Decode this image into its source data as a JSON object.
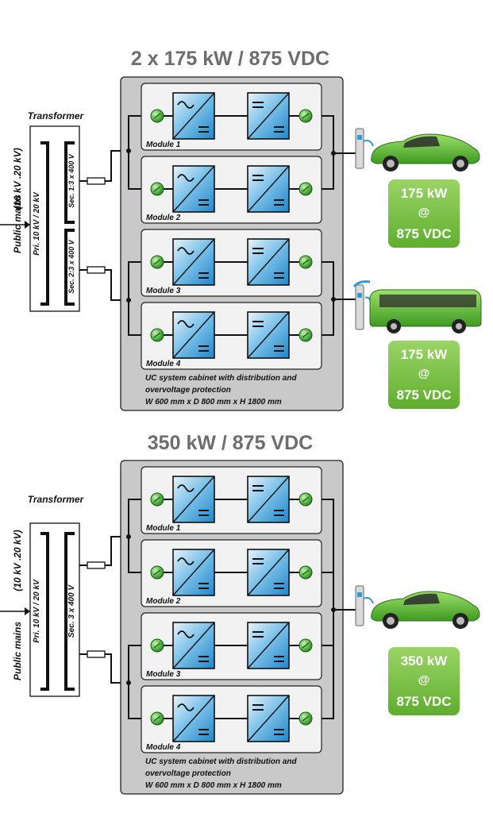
{
  "colors": {
    "cabinet_fill": "#c9c9c9",
    "module_fill": "#f2f2f2",
    "converter_blue": "#2f9ad6",
    "node_green": "#56b847",
    "badge_green": "#77c043",
    "title_gray": "#6d6d6d",
    "car_green": "#5fbe3a"
  },
  "sections": [
    {
      "title": "2 x 175 kW / 875 VDC",
      "transformer": {
        "label": "Transformer",
        "primary": "Pri. 10 kV / 20 kV",
        "secondaries": [
          "Sec. 1:3 x 400 V",
          "Sec. 2:3 x 400 V"
        ]
      },
      "mains": {
        "label": "Public mains",
        "voltage": "(10 kV .20 kV)"
      },
      "modules": [
        "Module 1",
        "Module 2",
        "Module 3",
        "Module 4"
      ],
      "cabinet_note": [
        "UC system cabinet with distribution and",
        "overvoltage protection",
        "W 600 mm x D 800 mm x H 1800 mm"
      ],
      "outputs": [
        {
          "vehicle": "car-icon",
          "badge": [
            "175 kW",
            "@",
            "875 VDC"
          ]
        },
        {
          "vehicle": "bus-icon",
          "badge": [
            "175 kW",
            "@",
            "875 VDC"
          ]
        }
      ]
    },
    {
      "title": "350 kW / 875 VDC",
      "transformer": {
        "label": "Transformer",
        "primary": "Pri. 10 kV / 20 kV",
        "secondaries": [
          "Sec. 3 x 400 V"
        ]
      },
      "mains": {
        "label": "Public mains",
        "voltage": "(10 kV .20 kV)"
      },
      "modules": [
        "Module 1",
        "Module 2",
        "Module 3",
        "Module 4"
      ],
      "cabinet_note": [
        "UC system cabinet with distribution and",
        "overvoltage protection",
        "W 600 mm x D 800 mm x H 1800 mm"
      ],
      "outputs": [
        {
          "vehicle": "car-icon",
          "badge": [
            "350 kW",
            "@",
            "875 VDC"
          ]
        }
      ]
    }
  ]
}
